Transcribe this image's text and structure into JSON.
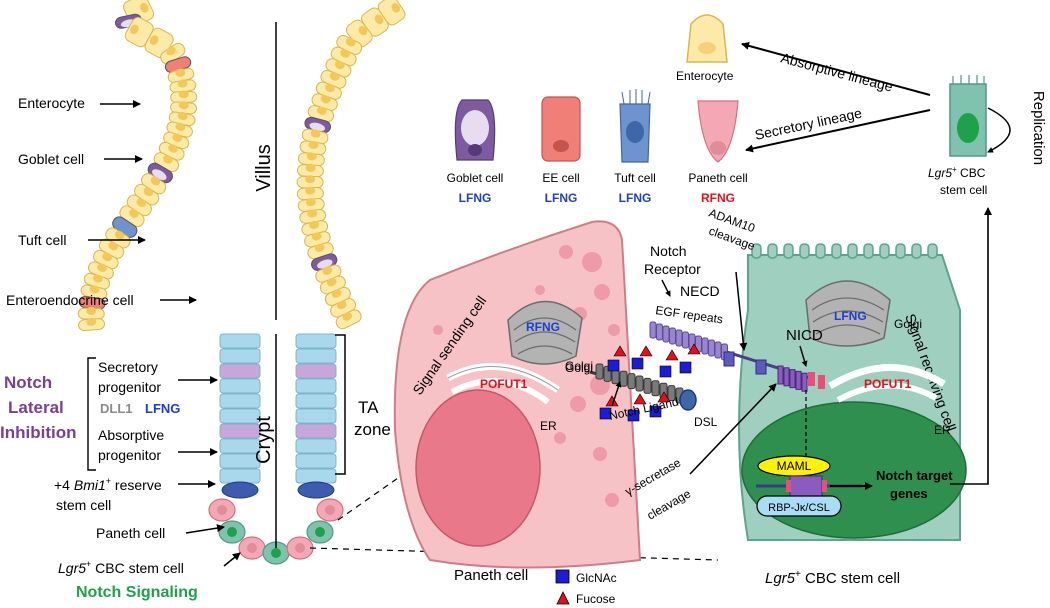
{
  "colors": {
    "enterocyte": "#fde9a8",
    "goblet": "#7e5aa0",
    "ee": "#f07f78",
    "tuft": "#6f93cf",
    "paneth": "#f4a8b6",
    "stem": "#7fc2ad",
    "crypt_progenitor": "#a9d8ec",
    "progenitor_band": "#c8a6dc",
    "purple_label": "#7a3f98",
    "blue_label": "#1c3fd1",
    "red_label": "#e30f1a",
    "green_label": "#1ea34b",
    "gray_label": "#8a8a8a",
    "receiving_cell": "#9fcfbf",
    "nucleus_green": "#2f8f4f",
    "sending_cell": "#f6c2c6"
  },
  "villus": {
    "title": "Villus",
    "labels": {
      "enterocyte": "Enterocyte",
      "goblet": "Goblet cell",
      "tuft": "Tuft cell",
      "ee": "Enteroendocrine cell"
    }
  },
  "crypt": {
    "title": "Crypt",
    "ta_zone_1": "TA",
    "ta_zone_2": "zone",
    "secretory_1": "Secretory",
    "secretory_2": "progenitor",
    "dll1": "DLL1",
    "lfng": "LFNG",
    "absorptive_1": "Absorptive",
    "absorptive_2": "progenitor",
    "reserve_prefix": "+4 ",
    "reserve_gene": "Bmi1",
    "reserve_sup": "+",
    "reserve_suffix": " reserve",
    "reserve_line2": "stem cell",
    "paneth": "Paneth cell",
    "lgr5_gene": "Lgr5",
    "lgr5_sup": "+",
    "lgr5_rest": " CBC stem cell",
    "notch_signaling": "Notch Signaling"
  },
  "lateral_inhibition": {
    "line1": "Notch",
    "line2": "Lateral",
    "line3": "Inhibition"
  },
  "lineage": {
    "enterocyte": "Enterocyte",
    "absorptive": "Absorptive lineage",
    "secretory": "Secretory lineage",
    "replication": "Replication",
    "stem_gene": "Lgr5",
    "stem_sup": "+",
    "stem_rest": " CBC",
    "stem_line2": "stem cell",
    "cells": [
      {
        "name": "Goblet cell",
        "fng": "LFNG"
      },
      {
        "name": "EE cell",
        "fng": "LFNG"
      },
      {
        "name": "Tuft cell",
        "fng": "LFNG"
      },
      {
        "name": "Paneth cell",
        "fng": "RFNG"
      }
    ]
  },
  "mechanism": {
    "signal_sending": "Signal sending cell",
    "signal_receiving": "Signal receiving cell",
    "rfng": "RFNG",
    "lfng": "LFNG",
    "pofut1": "POFUT1",
    "golgi": "Golgi",
    "er": "ER",
    "notch_receptor_1": "Notch",
    "notch_receptor_2": "Receptor",
    "necd": "NECD",
    "egf_repeats": "EGF repeats",
    "adam10_1": "ADAM10",
    "adam10_2": "cleavage",
    "nicd": "NICD",
    "dsl": "DSL",
    "notch_ligand": "Notch Ligand",
    "gamma_1": "γ-secretase",
    "gamma_2": "cleavage",
    "maml": "MAML",
    "rbp": "RBP-Jκ/CSL",
    "target_1": "Notch target",
    "target_2": "genes",
    "paneth_cell": "Paneth cell",
    "stem_gene": "Lgr5",
    "stem_sup": "+",
    "stem_rest": " CBC stem cell"
  },
  "legend": {
    "glcnac": "GlcNAc",
    "fucose": "Fucose"
  }
}
